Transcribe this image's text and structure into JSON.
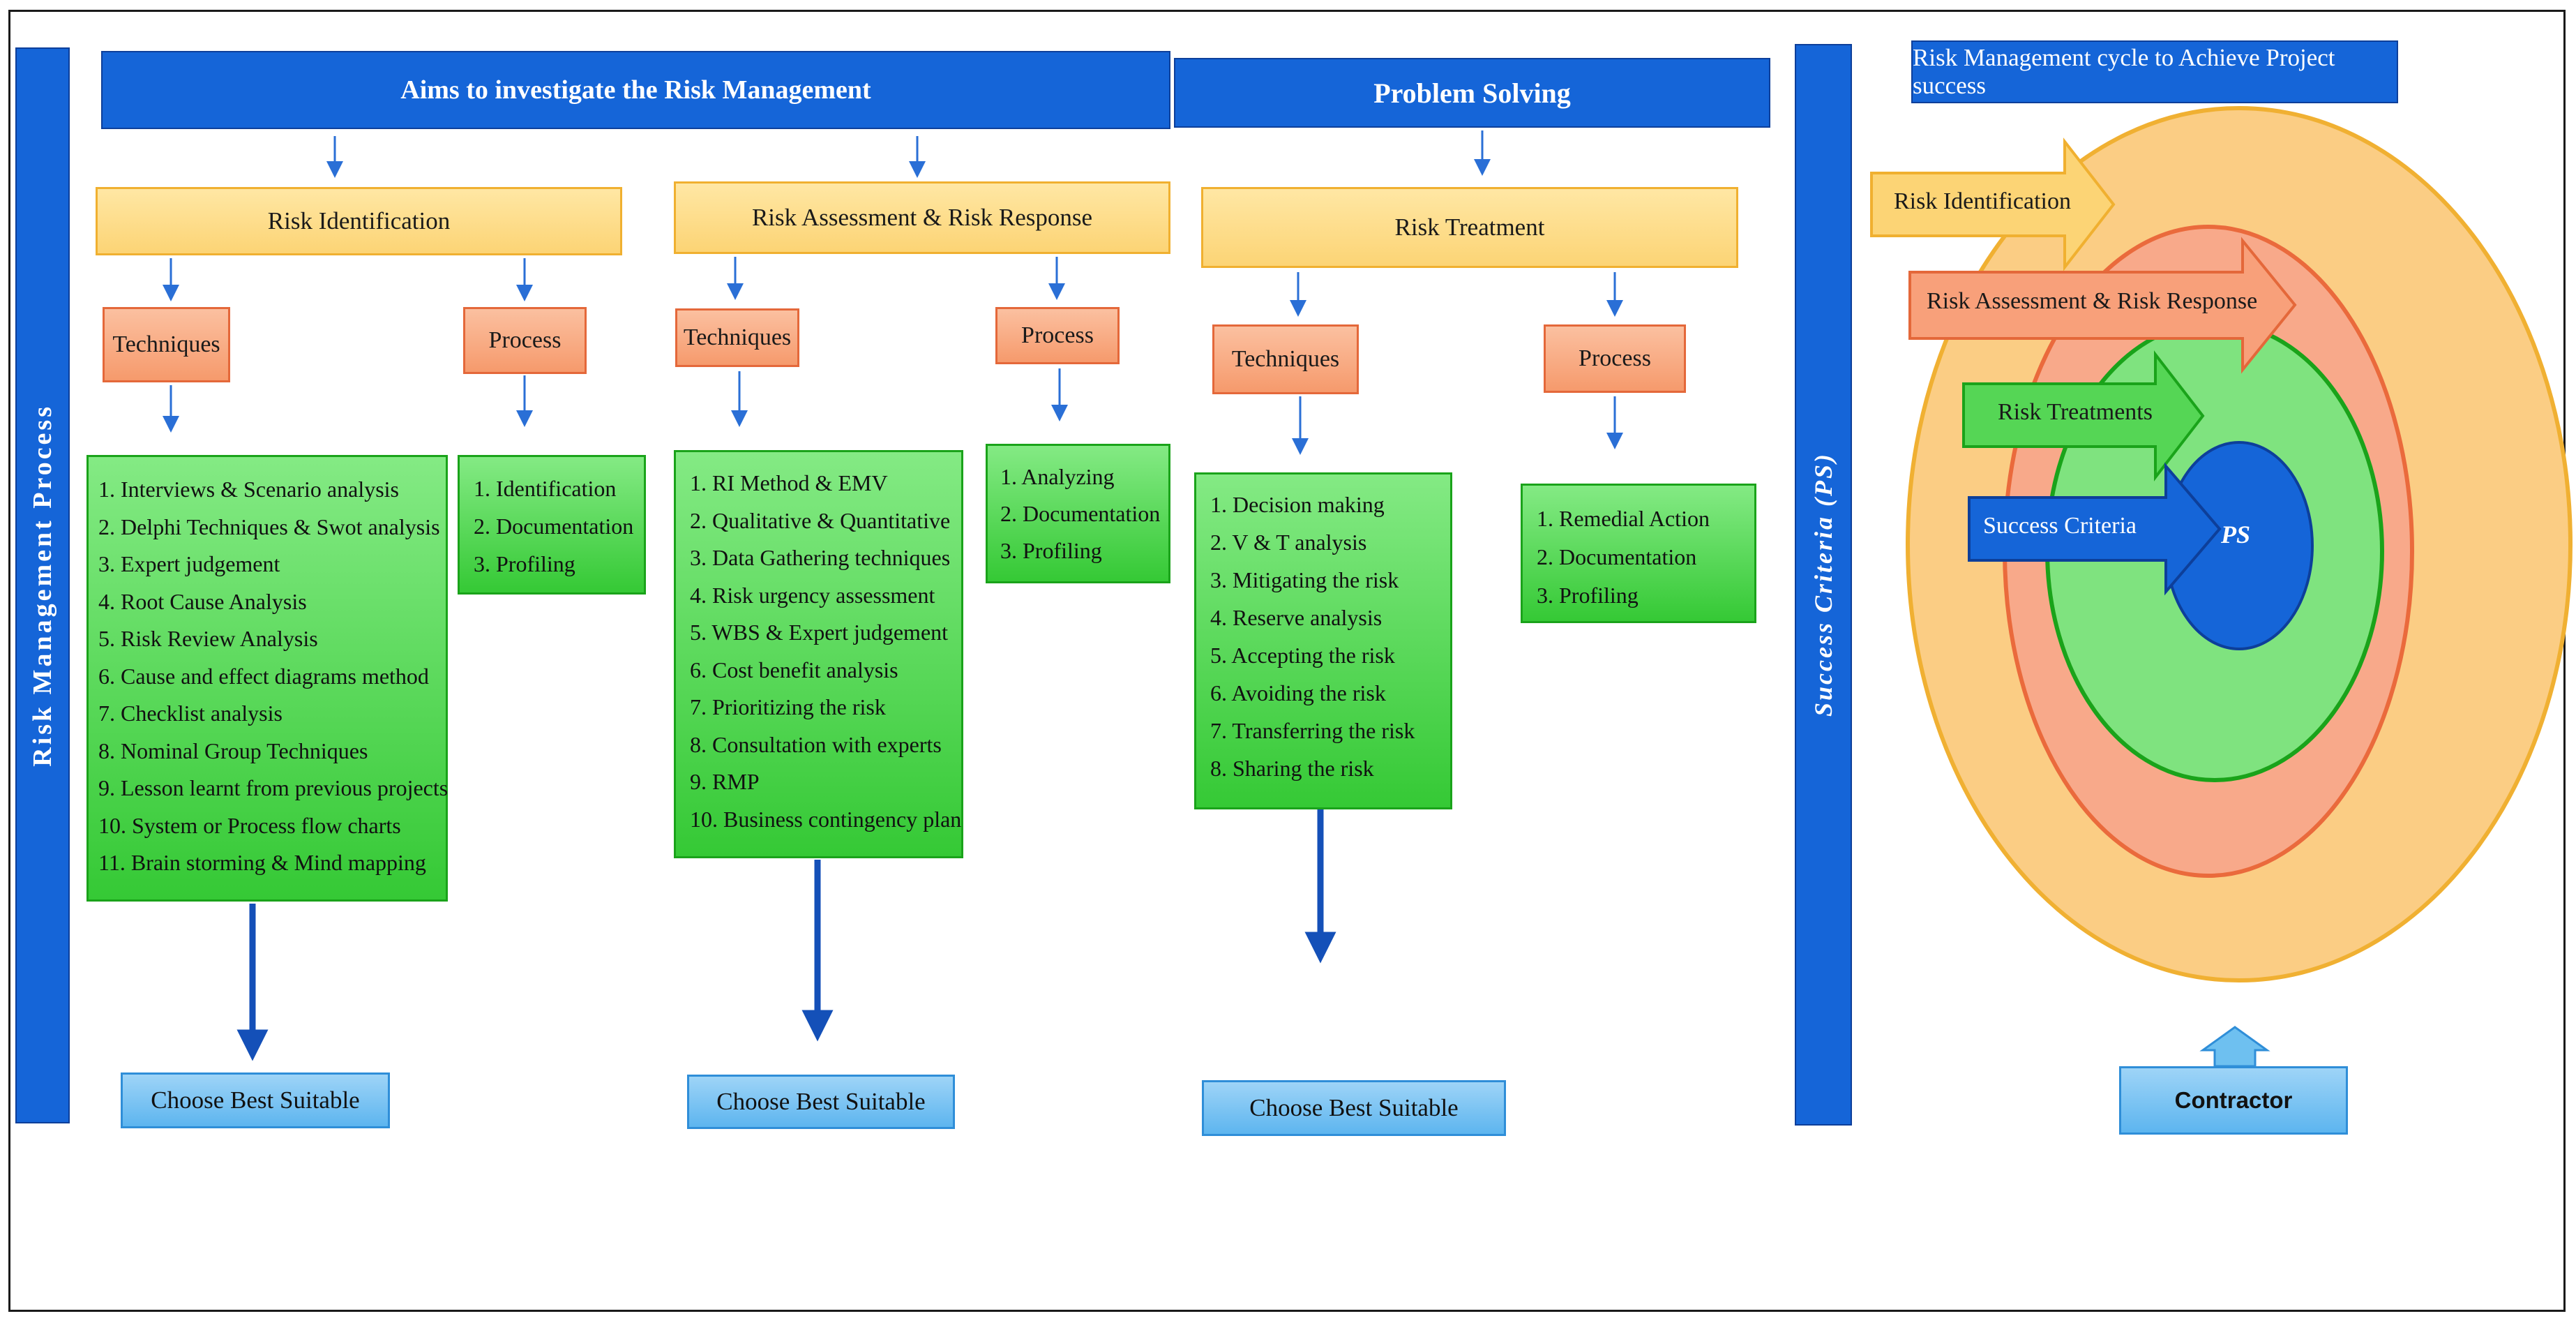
{
  "left_bar": {
    "label": "Risk Management Process"
  },
  "header_aims": "Aims to investigate the Risk Management",
  "header_problem": "Problem Solving",
  "success_bar": {
    "label": "Success Criteria (PS)"
  },
  "cycle": {
    "title": "Risk Management cycle to Achieve Project success",
    "labels": [
      "Risk Identification",
      "Risk Assessment & Risk Response",
      "Risk Treatments",
      "Success Criteria"
    ],
    "center": "PS",
    "contractor": "Contractor"
  },
  "columns": [
    {
      "title": "Risk Identification",
      "techniques": {
        "label": "Techniques",
        "items": [
          "1.   Interviews & Scenario analysis",
          "2.   Delphi Techniques & Swot analysis",
          "3.   Expert judgement",
          "4.   Root Cause Analysis",
          "5.   Risk Review Analysis",
          "6.   Cause and effect diagrams method",
          "7.   Checklist analysis",
          "8.   Nominal Group Techniques",
          "9.   Lesson learnt from previous projects",
          "10. System or Process flow charts",
          "11. Brain storming & Mind mapping"
        ]
      },
      "process": {
        "label": "Process",
        "items": [
          "1.   Identification",
          "2.   Documentation",
          "3.   Profiling"
        ]
      },
      "choose": "Choose Best Suitable"
    },
    {
      "title": "Risk Assessment & Risk Response",
      "techniques": {
        "label": "Techniques",
        "items": [
          "1.   RI Method & EMV",
          "2.   Qualitative & Quantitative",
          "3.   Data Gathering techniques",
          "4.   Risk urgency assessment",
          "5.   WBS & Expert judgement",
          "6.   Cost benefit analysis",
          "7.   Prioritizing the risk",
          "8.   Consultation with experts",
          "9.   RMP",
          "10. Business contingency plan"
        ]
      },
      "process": {
        "label": "Process",
        "items": [
          "1.   Analyzing",
          "2.   Documentation",
          "3.   Profiling"
        ]
      },
      "choose": "Choose Best Suitable"
    },
    {
      "title": "Risk Treatment",
      "techniques": {
        "label": "Techniques",
        "items": [
          "1.   Decision making",
          "2.   V & T analysis",
          "3.   Mitigating the risk",
          "4.   Reserve analysis",
          "5.   Accepting the risk",
          "6.   Avoiding the risk",
          "7.   Transferring the risk",
          "8.   Sharing the risk"
        ]
      },
      "process": {
        "label": "Process",
        "items": [
          "1.   Remedial Action",
          "2.   Documentation",
          "3.   Profiling"
        ]
      },
      "choose": "Choose Best Suitable"
    }
  ],
  "colors": {
    "blue": "#1565d8",
    "yellow": "#fcd475",
    "orange": "#f69a6c",
    "green": "#35c935",
    "light_blue": "#5db5ef"
  }
}
